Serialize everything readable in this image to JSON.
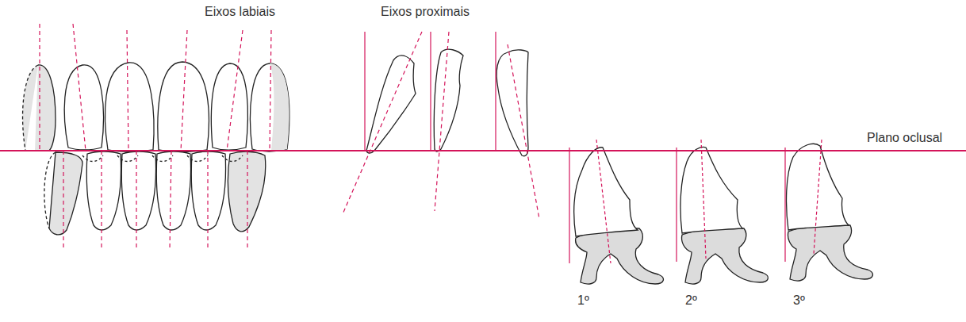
{
  "diagram": {
    "labels": [
      "Eixos labiais",
      "Eixos proximais",
      "Plano oclusal",
      "1º",
      "2º",
      "3º"
    ]
  }
}
